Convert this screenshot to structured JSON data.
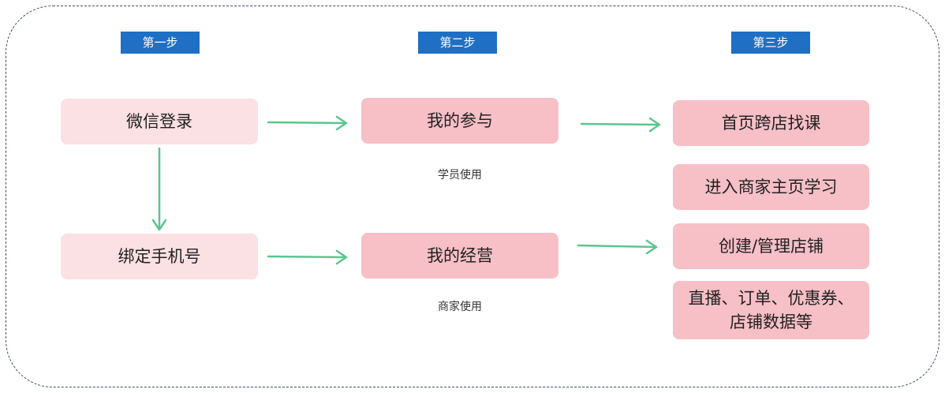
{
  "steps": {
    "step1": "第一步",
    "step2": "第二步",
    "step3": "第三步"
  },
  "column1": {
    "wechat_login": "微信登录",
    "bind_phone": "绑定手机号"
  },
  "column2": {
    "my_participation": "我的参与",
    "student_use": "学员使用",
    "my_business": "我的经营",
    "merchant_use": "商家使用"
  },
  "column3": {
    "find_course": "首页跨店找课",
    "enter_merchant": "进入商家主页学习",
    "manage_store": "创建/管理店铺",
    "store_data": "直播、订单、优惠券、店铺数据等"
  },
  "colors": {
    "header_bg": "#1f6fc5",
    "arrow": "#5cc58f",
    "box_light": "#fbe0e4",
    "box_mid": "#f7bfc6",
    "frame_border": "#3b4a6b"
  }
}
